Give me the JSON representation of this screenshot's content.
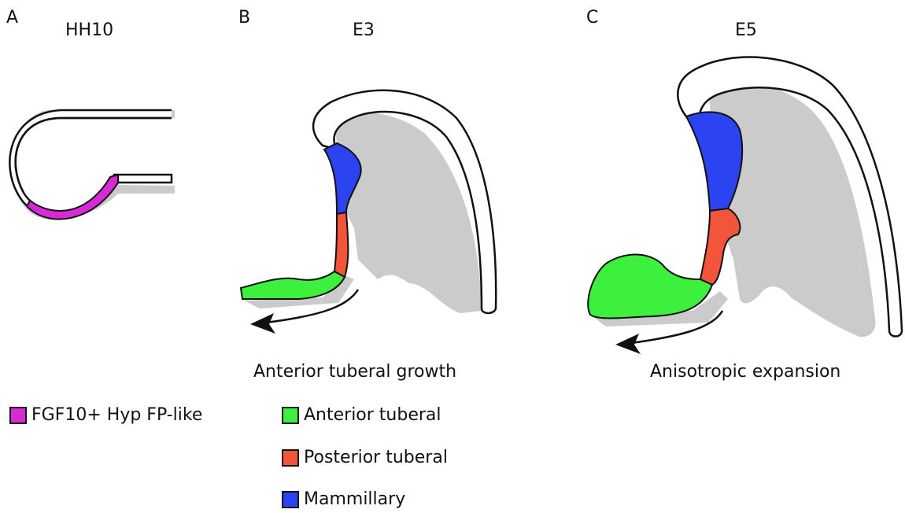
{
  "panels": [
    {
      "letter": "A",
      "title": "HH10"
    },
    {
      "letter": "B",
      "title": "E3",
      "caption": "Anterior tuberal growth"
    },
    {
      "letter": "C",
      "title": "E5",
      "caption": "Anisotropic expansion"
    }
  ],
  "legend": [
    {
      "label": "FGF10+ Hyp FP-like",
      "color": "#d829d8"
    },
    {
      "label": "Anterior tuberal",
      "color": "#3df03d"
    },
    {
      "label": "Posterior tuberal",
      "color": "#f2553a"
    },
    {
      "label": "Mammillary",
      "color": "#2b43f0"
    }
  ],
  "colors": {
    "tissue_gray": "#cccbcc",
    "outline": "#111111"
  }
}
